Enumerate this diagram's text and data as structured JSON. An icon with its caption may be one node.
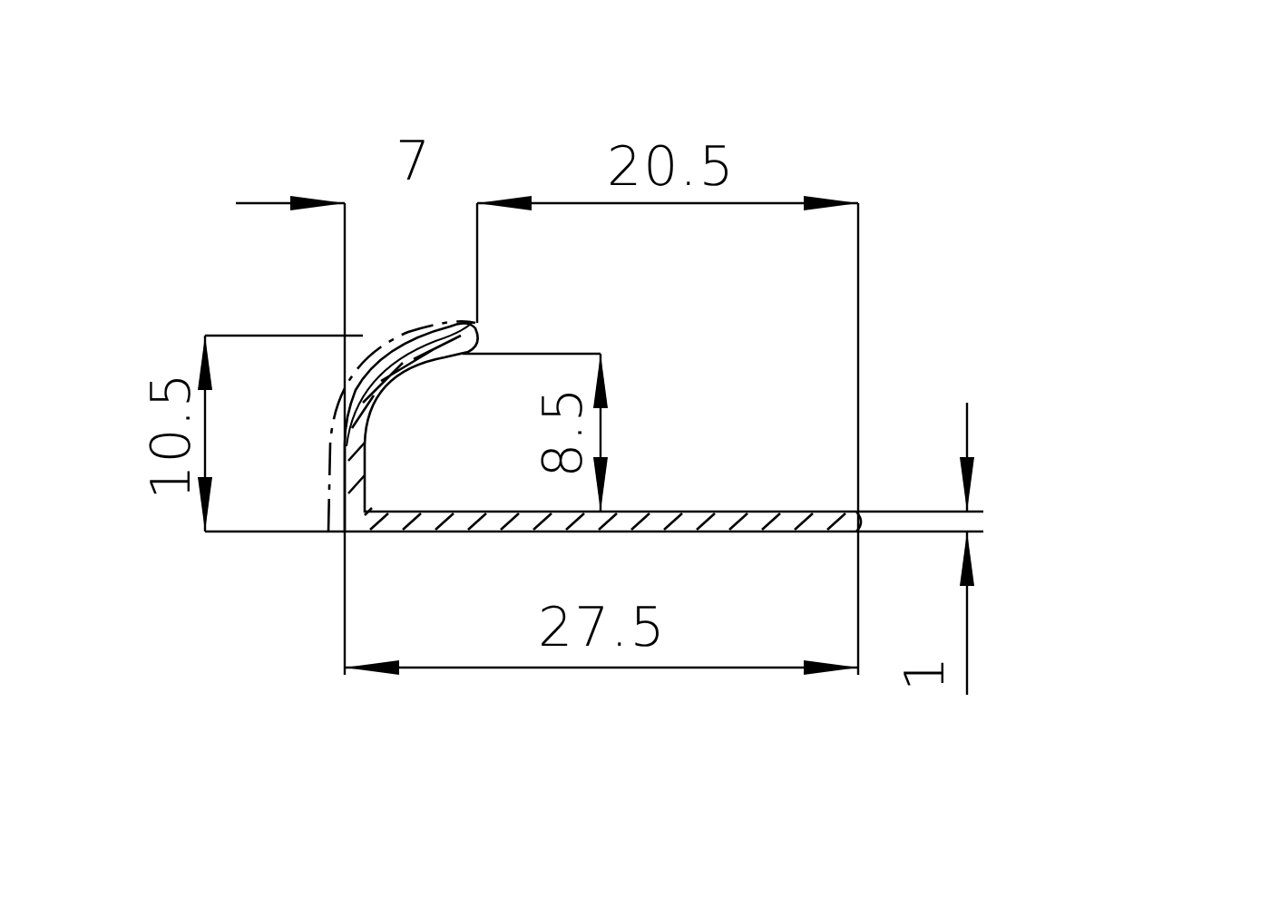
{
  "diagram": {
    "labels": [
      "7",
      "20.5",
      "10.5",
      "8.5",
      "27.5",
      "1"
    ]
  }
}
